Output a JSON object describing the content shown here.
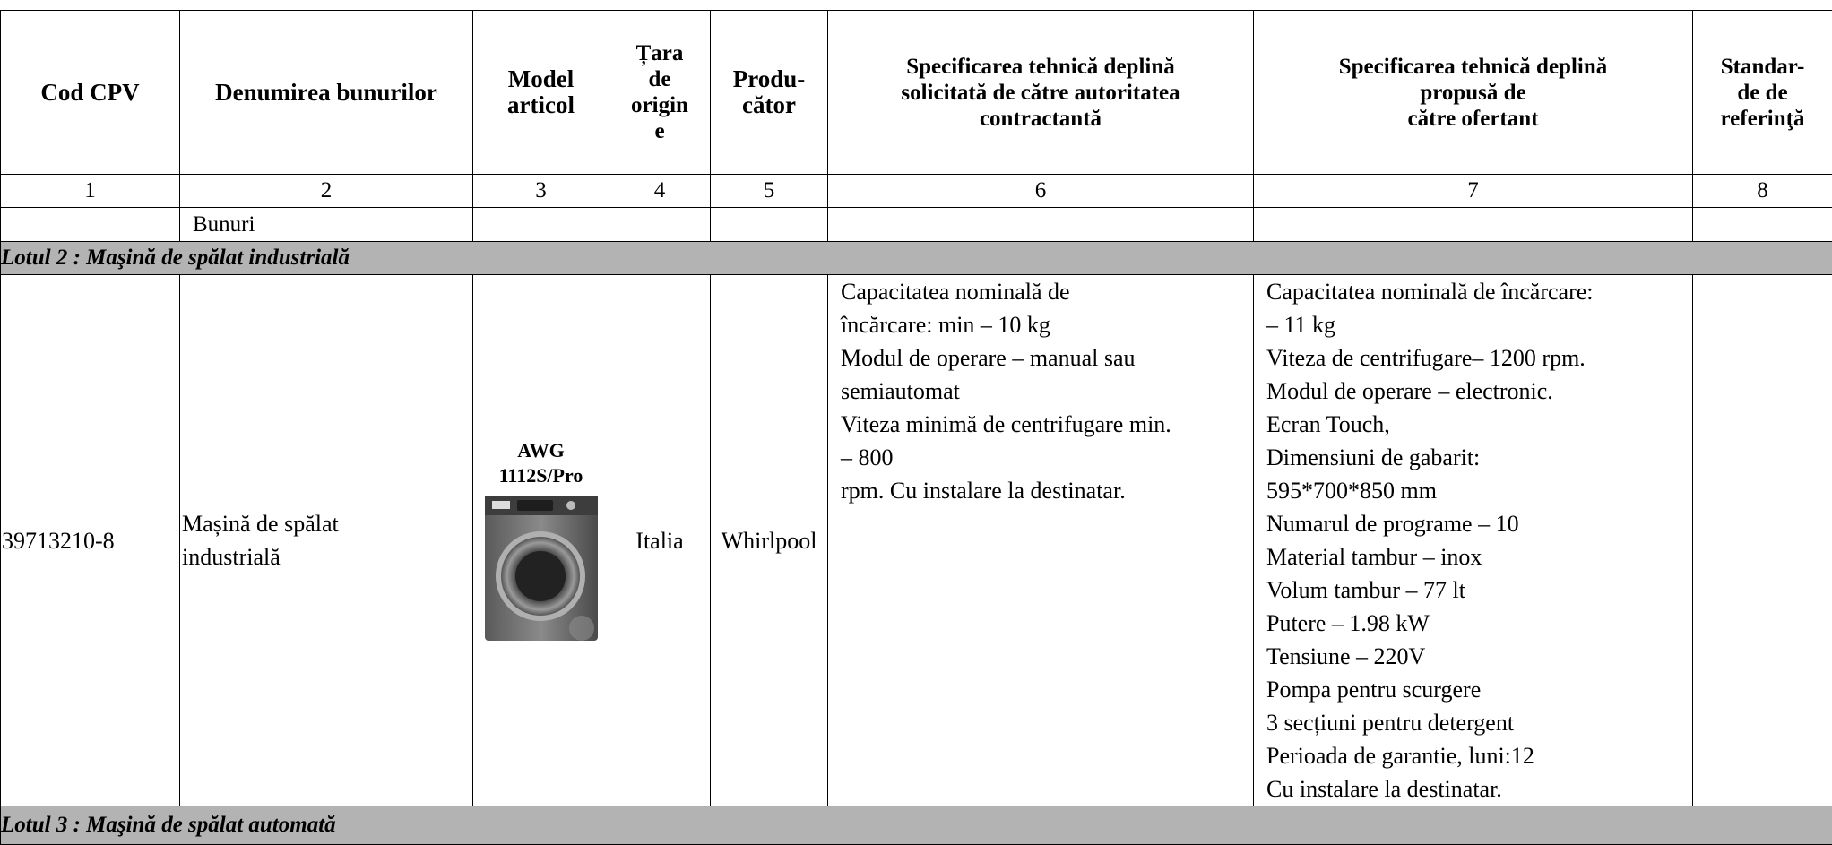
{
  "headers": {
    "cod_cpv": "Cod CPV",
    "denumirea": "Denumirea bunurilor",
    "model": [
      "Model",
      "articol"
    ],
    "tara": [
      "Țara",
      "de",
      "origin",
      "e"
    ],
    "producator": [
      "Produ-",
      "cător"
    ],
    "spec_solicitata": [
      "Specificarea tehnică deplină",
      "solicitată de către autoritatea",
      "contractantă"
    ],
    "spec_propusa": [
      "Specificarea tehnică deplină",
      "propusă de",
      "către ofertant"
    ],
    "standarde": [
      "Standar-",
      "de de",
      "referinţă"
    ]
  },
  "column_numbers": [
    "1",
    "2",
    "3",
    "4",
    "5",
    "6",
    "7",
    "8"
  ],
  "bunuri_label": "Bunuri",
  "lot2_title": "Lotul 2 : Maşină de spălat industrială",
  "item": {
    "cod_cpv": "39713210-8",
    "denumirea": [
      "Mașină de spălat",
      "industrială"
    ],
    "model": [
      "AWG",
      "1112S/Pro"
    ],
    "tara": "Italia",
    "producator": "Whirlpool",
    "spec_solicitata": [
      "Capacitatea nominală de",
      "încărcare: min – 10 kg",
      "Modul de operare – manual sau",
      "semiautomat",
      "Viteza minimă de centrifugare min.",
      "– 800",
      "rpm. Cu instalare la destinatar."
    ],
    "spec_propusa": [
      "Capacitatea nominală de încărcare:",
      "– 11 kg",
      "Viteza de centrifugare– 1200 rpm.",
      "Modul de operare – electronic.",
      "Ecran Touch,",
      "Dimensiuni de gabarit:",
      "595*700*850 mm",
      "Numarul de programe – 10",
      "Material tambur – inox",
      "Volum tambur – 77 lt",
      "Putere – 1.98 kW",
      "Tensiune – 220V",
      "Pompa pentru scurgere",
      "3 secțiuni pentru detergent",
      "Perioada de garantie, luni:12",
      "Cu instalare la destinatar."
    ],
    "image_icon": "washing-machine-photo"
  },
  "lot3_title": "Lotul 3 : Maşină de spălat automată",
  "colors": {
    "lot_row_bg": "#b3b3b3",
    "border": "#000000"
  }
}
